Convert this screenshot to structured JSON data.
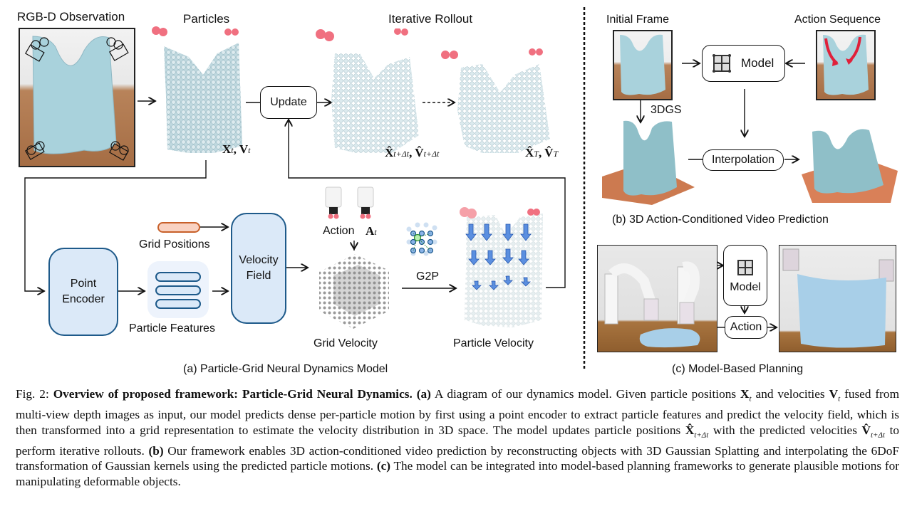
{
  "panel_a": {
    "labels": {
      "rgbd_observation": "RGB-D Observation",
      "particles": "Particles",
      "iterative_rollout": "Iterative Rollout",
      "update": "Update",
      "state_t": "X",
      "state_t_sub": "t",
      "state_t_v": "V",
      "state_next": "X̂",
      "state_next_sub": "t+Δt",
      "state_next_v": "V̂",
      "state_T": "X̂",
      "state_T_sub": "T",
      "state_T_v": "V̂",
      "point_encoder": "Point Encoder",
      "grid_positions": "Grid Positions",
      "particle_features": "Particle Features",
      "velocity_field": "Velocity Field",
      "action": "Action",
      "action_symbol": "A",
      "action_sub": "t",
      "grid_velocity": "Grid Velocity",
      "g2p": "G2P",
      "particle_velocity": "Particle Velocity"
    },
    "title": "(a) Particle-Grid Neural Dynamics Model"
  },
  "panel_b": {
    "labels": {
      "initial_frame": "Initial Frame",
      "action_sequence": "Action Sequence",
      "model": "Model",
      "3dgs": "3DGS",
      "interpolation": "Interpolation"
    },
    "title": "(b) 3D Action-Conditioned Video Prediction"
  },
  "panel_c": {
    "labels": {
      "model": "Model",
      "action": "Action"
    },
    "title": "(c) Model-Based Planning"
  },
  "caption": {
    "fig_label": "Fig. 2:",
    "bold_title": "Overview of proposed framework: Particle-Grid Neural Dynamics.",
    "a_tag": "(a)",
    "a_text_1": "A diagram of our dynamics model. Given particle positions",
    "x_t": "X",
    "t": "t",
    "a_text_2": "and velocities",
    "v_t": "V",
    "a_text_3": "fused from multi-view depth images as input, our model predicts dense per-particle motion by first using a point encoder to extract particle features and predict the velocity field, which is then transformed into a grid representation to estimate the velocity distribution in 3D space. The model updates particle positions",
    "x_hat": "X̂",
    "t_dt": "t+Δt",
    "a_text_4": "with the predicted velocities",
    "v_hat": "V̂",
    "a_text_5": "to perform iterative rollouts.",
    "b_tag": "(b)",
    "b_text": "Our framework enables 3D action-conditioned video prediction by reconstructing objects with 3D Gaussian Splatting and interpolating the 6DoF transformation of Gaussian kernels using the predicted particle motions.",
    "c_tag": "(c)",
    "c_text": "The model can be integrated into model-based planning frameworks to generate plausible motions for manipulating deformable objects."
  },
  "colors": {
    "cloth": "#a9d2dc",
    "table": "#b97a4f",
    "particle": "#b8d4dc",
    "gripper_ball": "#f07080",
    "encoder_fill": "#dbe9f8",
    "encoder_stroke": "#1e5a8a",
    "grid_pos_fill": "#f9d2c2",
    "grid_pos_stroke": "#c8602a",
    "arrow_blue": "#5b8fe0"
  }
}
